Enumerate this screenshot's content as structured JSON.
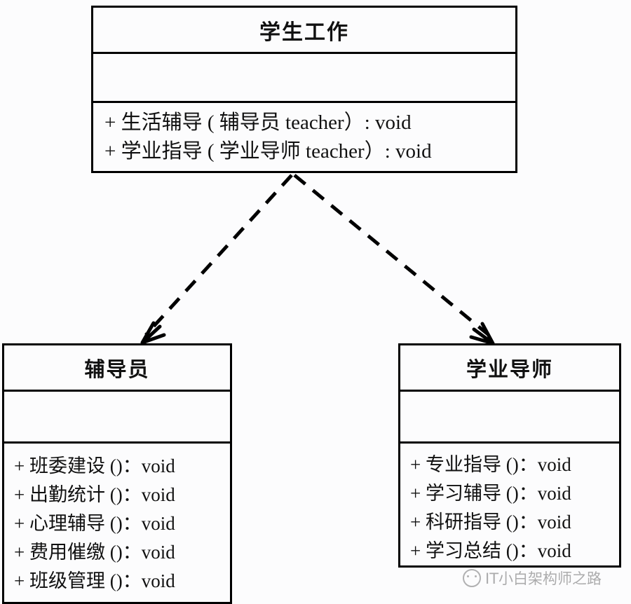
{
  "diagram": {
    "type": "uml-class-diagram",
    "background_color": "#fcfcfd",
    "line_color": "#000000",
    "text_color": "#111111",
    "classes": [
      {
        "id": "student-work",
        "name": "学生工作",
        "attributes": [],
        "operations": [
          "+ 生活辅导 ( 辅导员 teacher）: void",
          "+ 学业指导 ( 学业导师 teacher）: void"
        ]
      },
      {
        "id": "counselor",
        "name": "辅导员",
        "attributes": [],
        "operations": [
          "+ 班委建设 ()：void",
          "+ 出勤统计 ()：void",
          "+ 心理辅导 ()：void",
          "+ 费用催缴 ()：void",
          "+ 班级管理 ()：void"
        ]
      },
      {
        "id": "academic-advisor",
        "name": "学业导师",
        "attributes": [],
        "operations": [
          "+ 专业指导 ()：void",
          "+ 学习辅导 ()：void",
          "+ 科研指导 ()：void",
          "+ 学习总结 ()：void"
        ]
      }
    ],
    "relationships": [
      {
        "id": "rel-student-work-to-counselor",
        "kind": "dependency",
        "line_style": "dashed",
        "arrow_style": "open",
        "from": "student-work",
        "to": "counselor"
      },
      {
        "id": "rel-student-work-to-academic-advisor",
        "kind": "dependency",
        "line_style": "dashed",
        "arrow_style": "open",
        "from": "student-work",
        "to": "academic-advisor"
      }
    ]
  },
  "watermark": {
    "icon": "smiley-badge-icon",
    "text": "IT小白架构师之路"
  }
}
